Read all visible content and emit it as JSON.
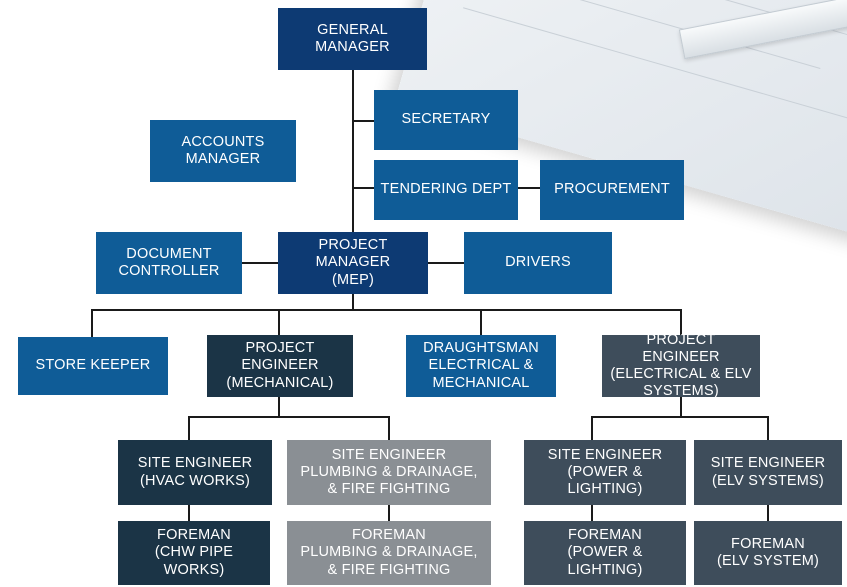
{
  "colors": {
    "navy": "#0d3a73",
    "blue": "#0f5c97",
    "dark_teal": "#1b3446",
    "slate": "#3e4d5b",
    "grey": "#8a8f94"
  },
  "nodes": {
    "general_manager": "GENERAL\nMANAGER",
    "secretary": "SECRETARY",
    "accounts_manager": "ACCOUNTS\nMANAGER",
    "tendering_dept": "TENDERING DEPT",
    "procurement": "PROCUREMENT",
    "document_controller": "DOCUMENT\nCONTROLLER",
    "project_manager": "PROJECT\nMANAGER\n(MEP)",
    "drivers": "DRIVERS",
    "store_keeper": "STORE KEEPER",
    "project_engineer_mechanical": "PROJECT\nENGINEER\n(MECHANICAL)",
    "draughtsman": "DRAUGHTSMAN\nELECTRICAL &\nMECHANICAL",
    "project_engineer_electrical": "PROJECT ENGINEER\n(ELECTRICAL & ELV\nSYSTEMS)",
    "site_engineer_hvac": "SITE ENGINEER\n(HVAC WORKS)",
    "site_engineer_plumbing": "SITE ENGINEER\nPLUMBING & DRAINAGE,\n& FIRE FIGHTING",
    "site_engineer_power": "SITE ENGINEER\n(POWER &\nLIGHTING)",
    "site_engineer_elv": "SITE ENGINEER\n(ELV SYSTEMS)",
    "foreman_chw": "FOREMAN\n(CHW PIPE\nWORKS)",
    "foreman_plumbing": "FOREMAN\nPLUMBING & DRAINAGE,\n& FIRE FIGHTING",
    "foreman_power": "FOREMAN\n(POWER &\nLIGHTING)",
    "foreman_elv": "FOREMAN\n(ELV SYSTEM)"
  }
}
